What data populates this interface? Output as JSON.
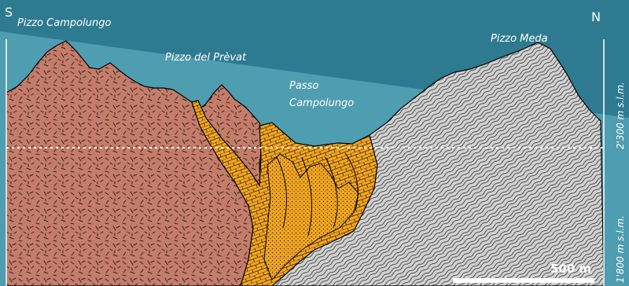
{
  "directions": {
    "south": "S",
    "north": "N"
  },
  "places": {
    "pizzo_campolungo": "Pizzo Campolungo",
    "pizzo_prevat": "Pizzo del Prèvat",
    "passo_campolungo_line1": "Passo",
    "passo_campolungo_line2": "Campolungo",
    "pizzo_meda": "Pizzo Meda"
  },
  "elevations": {
    "upper": "2'300 m s.l.m.",
    "lower": "1'800 m s.l.m."
  },
  "scale_bar": {
    "label": "500 m"
  },
  "colors": {
    "sky": "#2e7b91",
    "sky_light": "#4f9db0",
    "gneiss_red": "#c37d6a",
    "dolomite_yellow": "#f3a722",
    "grey_rock": "#cfcfcf",
    "outline": "#000000",
    "white": "#ffffff"
  }
}
